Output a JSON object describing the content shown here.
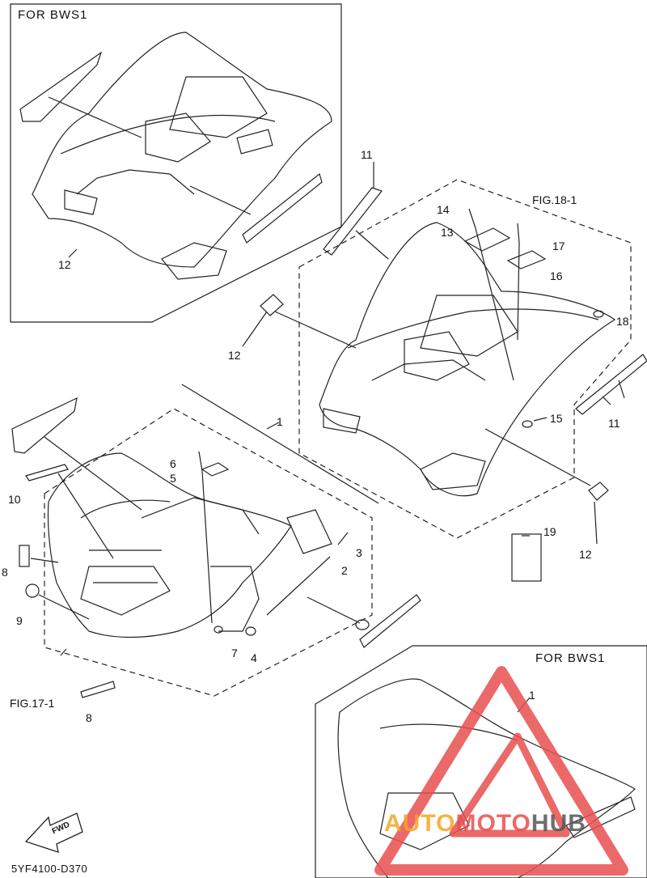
{
  "frames": {
    "top_left": "FOR  BWS1",
    "bottom_right": "FOR  BWS1"
  },
  "figures": {
    "fig18": "FIG.18-1",
    "fig17": "FIG.17-1"
  },
  "callouts": {
    "c12_topleft": "12",
    "c11_top": "11",
    "c14": "14",
    "c13": "13",
    "c17": "17",
    "c16": "16",
    "c18": "18",
    "c12_mid": "12",
    "c15": "15",
    "c11_right": "11",
    "c1": "1",
    "c6": "6",
    "c5": "5",
    "c10": "10",
    "c3": "3",
    "c2": "2",
    "c8_left": "8",
    "c9": "9",
    "c7": "7",
    "c4": "4",
    "c19": "19",
    "c12_right": "12",
    "c8_bottom": "8",
    "c1_bwsl": "1"
  },
  "fwd_badge": "FWD",
  "doc_code": "5YF4100-D370",
  "watermark": {
    "brand_part1": "AUTO",
    "brand_part2": "MOTO",
    "brand_part3": "HUB",
    "color_red": "#e8504f",
    "color_orange": "#f5a623"
  }
}
